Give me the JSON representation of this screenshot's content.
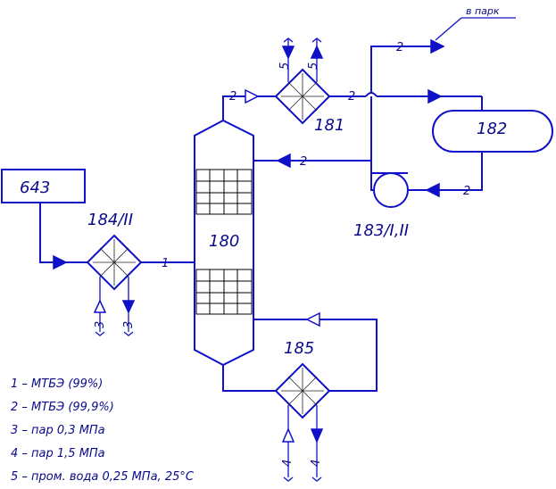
{
  "equipment": {
    "e643": "643",
    "e184": "184/II",
    "e180": "180",
    "e181": "181",
    "e182": "182",
    "e183": "183/I,II",
    "e185": "185"
  },
  "streams": {
    "feed": "1",
    "top_vapor": "2",
    "cond_out": "2",
    "to_park": "2",
    "reflux": "2",
    "pump_in": "2",
    "heater_184_in": "3",
    "heater_184_out": "3",
    "cooler_181_in": "5",
    "cooler_181_out": "5",
    "reboiler_in": "4",
    "reboiler_out": "4"
  },
  "destination": "в парк",
  "legend": [
    "1 – МТБЭ (99%)",
    "2 – МТБЭ (99,9%)",
    "3 – пар 0,3 МПа",
    "4 – пар 1,5 МПа",
    "5 – пром. вода 0,25 МПа, 25°С"
  ]
}
